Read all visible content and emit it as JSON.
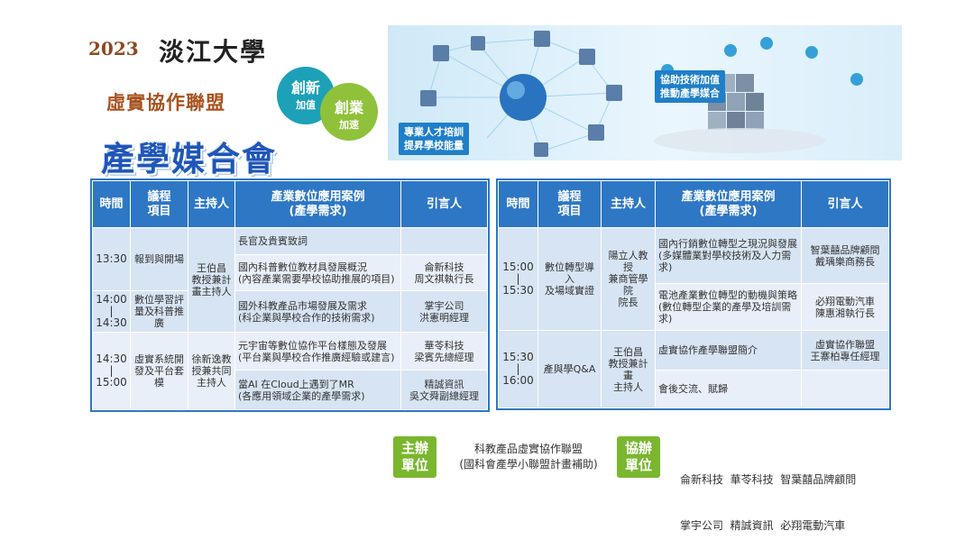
{
  "header": {
    "year": "2023",
    "university": "淡江大學",
    "alliance": "虛實協作聯盟",
    "event_title": "產學媒合會",
    "innovation": "創新",
    "innovation_sub": "加值",
    "entrepreneurship": "創業",
    "entrepreneurship_sub": "加速"
  },
  "banner": {
    "left_caption_1": "專業人才培訓",
    "left_caption_2": "提昇學校能量",
    "right_caption_1": "協助技術加值",
    "right_caption_2": "推動產學媒合"
  },
  "table_headers": {
    "time": "時間",
    "topic_1": "議程",
    "topic_2": "項目",
    "host": "主持人",
    "case_1": "產業數位應用案例",
    "case_2": "(產學需求)",
    "speaker": "引言人"
  },
  "left_table": {
    "time_1": "13:30",
    "topic_1": "報到與開場",
    "case_opening": "長官及貴賓致詞",
    "host_1_line1": "王伯昌",
    "host_1_line2": "教授兼計",
    "host_1_line3": "畫主持人",
    "case_2_line1": "國內科普數位教材具發展概況",
    "case_2_line2": "(內容產業需要學校協助推展的項目)",
    "speaker_2_line1": "侖新科技",
    "speaker_2_line2": "周文祺執行長",
    "time_2_start": "14:00",
    "time_2_sep": "|",
    "time_2_end": "14:30",
    "topic_2_line1": "數位學習評",
    "topic_2_line2": "量及科普推",
    "topic_2_line3": "廣",
    "case_3_line1": "國外科教產品市場發展及需求",
    "case_3_line2": "(科企業與學校合作的技術需求)",
    "speaker_3_line1": "掌宇公司",
    "speaker_3_line2": "洪憲明經理",
    "time_3_start": "14:30",
    "time_3_sep": "|",
    "time_3_end": "15:00",
    "topic_3_line1": "虛實系統開",
    "topic_3_line2": "發及平台套",
    "topic_3_line3": "模",
    "host_3_line1": "徐新逸教",
    "host_3_line2": "授兼共同",
    "host_3_line3": "主持人",
    "case_4_line1": "元宇宙等數位協作平台樣態及發展",
    "case_4_line2": "(平台業與學校合作推廣經驗或建言)",
    "speaker_4_line1": "華苓科技",
    "speaker_4_line2": "梁賓先總經理",
    "case_5_line1": "當AI 在Cloud上遇到了MR",
    "case_5_line2": "(各應用領域企業的產學需求)",
    "speaker_5_line1": "精誠資訊",
    "speaker_5_line2": "吳文舜副總經理"
  },
  "right_table": {
    "time_1_start": "15:00",
    "time_1_sep": "|",
    "time_1_end": "15:30",
    "topic_1_line1": "數位轉型導入",
    "topic_1_line2": "及場域實證",
    "host_1_line1": "陽立人教授",
    "host_1_line2": "兼商管學院",
    "host_1_line3": "院長",
    "case_1_line1": "國內行銷數位轉型之現況與發展",
    "case_1_line2": "(多媒體業對學校技術及人力需求)",
    "speaker_1_line1": "智葉囍品牌顧問",
    "speaker_1_line2": "戴瑀樂商務長",
    "case_2_line1": "電池產業數位轉型的動機與策略",
    "case_2_line2": "(數位轉型企業的產學及培訓需求)",
    "speaker_2_line1": "必翔電動汽車",
    "speaker_2_line2": "陳惠湘執行長",
    "time_2_start": "15:30",
    "time_2_sep": "|",
    "time_2_end": "16:00",
    "topic_2": "產與學Q&A",
    "host_2_line1": "王伯昌",
    "host_2_line2": "教授兼計畫",
    "host_2_line3": "主持人",
    "case_3": "虛實協作產學聯盟簡介",
    "speaker_3_line1": "虛實協作聯盟",
    "speaker_3_line2": "王寨柏專任經理",
    "case_4": "會後交流、賦歸"
  },
  "footer": {
    "organizer_1": "主辦",
    "organizer_2": "單位",
    "organizer_text_1": "科教產品虛實協作聯盟",
    "organizer_text_2": "(國科會產學小聯盟計畫補助)",
    "coorganizer_1": "協辦",
    "coorganizer_2": "單位",
    "coorganizer_text_1": "侖新科技  華苓科技  智葉囍品牌顧問",
    "coorganizer_text_2": "掌宇公司  精誠資訊  必翔電動汽車"
  }
}
